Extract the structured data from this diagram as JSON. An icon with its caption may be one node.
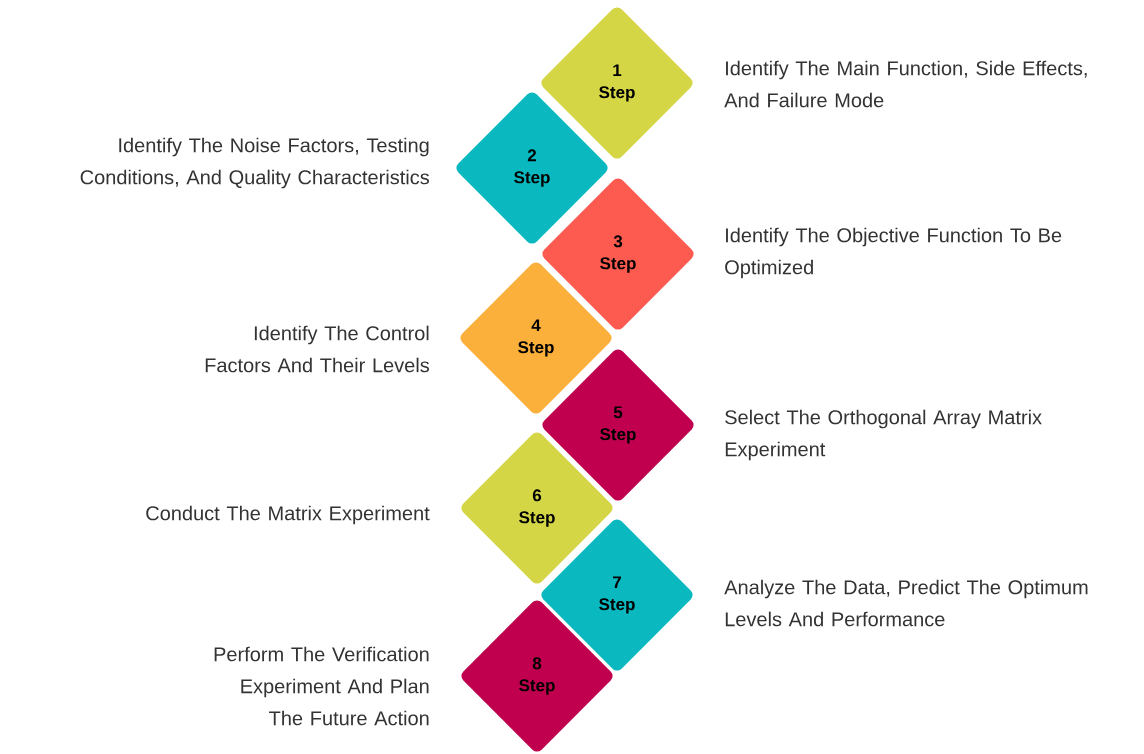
{
  "diagram": {
    "nodes": [
      {
        "text": [
          "1 Step"
        ],
        "beside": [
          "Identify The Main Function, Side Effects, And Failure Mode"
        ]
      },
      {
        "text": [
          "2 Step"
        ],
        "beside": [
          "Identify The Noise Factors, Testing Conditions, And Quality Characteristics"
        ]
      },
      {
        "text": [
          "3 Step"
        ],
        "beside": [
          "Identify The Objective Function To Be Optimized"
        ]
      },
      {
        "text": [
          "4 Step"
        ],
        "beside": [
          "Identify The Control Factors And Their Levels"
        ]
      },
      {
        "text": [
          "5 Step"
        ],
        "beside": [
          "Select The Orthogonal Array Matrix Experiment"
        ]
      },
      {
        "text": [
          "6 Step"
        ],
        "beside": [
          "Conduct The Matrix Experiment"
        ]
      },
      {
        "text": [
          "7 Step"
        ],
        "beside": [
          "Analyze The Data, Predict The Optimum Levels And Performance"
        ]
      },
      {
        "text": [
          "8 Step"
        ],
        "beside": [
          "Perform The Verification Experiment And Plan The Future Action"
        ]
      }
    ]
  }
}
